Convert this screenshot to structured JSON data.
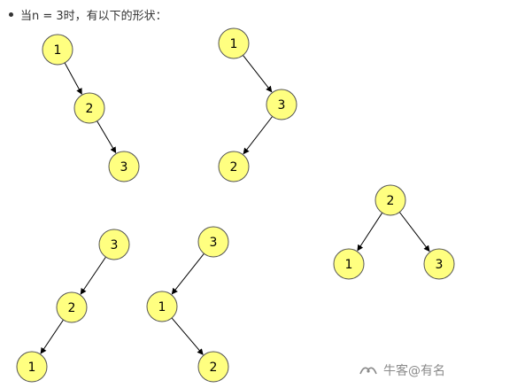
{
  "intro": {
    "text": "当n = 3时，有以下的形状："
  },
  "colors": {
    "node_fill": "#ffff80",
    "node_stroke": "#555555",
    "edge": "#000000"
  },
  "trees": [
    {
      "name": "tree-1",
      "nodes": [
        {
          "id": "a",
          "label": "1"
        },
        {
          "id": "b",
          "label": "2"
        },
        {
          "id": "c",
          "label": "3"
        }
      ],
      "edges": [
        [
          "a",
          "b"
        ],
        [
          "b",
          "c"
        ]
      ]
    },
    {
      "name": "tree-2",
      "nodes": [
        {
          "id": "a",
          "label": "1"
        },
        {
          "id": "b",
          "label": "3"
        },
        {
          "id": "c",
          "label": "2"
        }
      ],
      "edges": [
        [
          "a",
          "b"
        ],
        [
          "b",
          "c"
        ]
      ]
    },
    {
      "name": "tree-3",
      "nodes": [
        {
          "id": "a",
          "label": "2"
        },
        {
          "id": "b",
          "label": "1"
        },
        {
          "id": "c",
          "label": "3"
        }
      ],
      "edges": [
        [
          "a",
          "b"
        ],
        [
          "a",
          "c"
        ]
      ]
    },
    {
      "name": "tree-4",
      "nodes": [
        {
          "id": "a",
          "label": "3"
        },
        {
          "id": "b",
          "label": "2"
        },
        {
          "id": "c",
          "label": "1"
        }
      ],
      "edges": [
        [
          "a",
          "b"
        ],
        [
          "b",
          "c"
        ]
      ]
    },
    {
      "name": "tree-5",
      "nodes": [
        {
          "id": "a",
          "label": "3"
        },
        {
          "id": "b",
          "label": "1"
        },
        {
          "id": "c",
          "label": "2"
        }
      ],
      "edges": [
        [
          "a",
          "b"
        ],
        [
          "b",
          "c"
        ]
      ]
    }
  ],
  "watermark": {
    "text": "牛客@有名",
    "icon": "niuke-logo-icon"
  }
}
